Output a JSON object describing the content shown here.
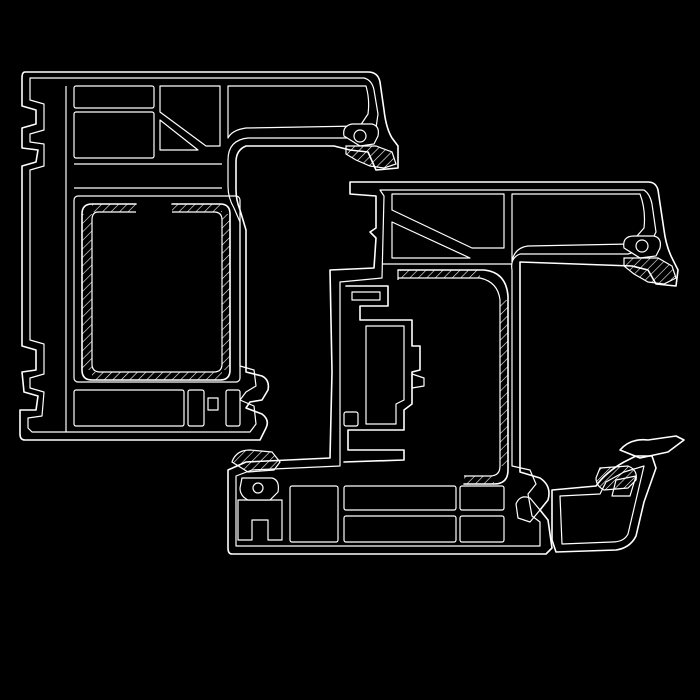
{
  "diagram": {
    "kind": "window profile cross-section",
    "background_color": "#000000",
    "line_color": "#ffffff",
    "parts": [
      "frame-profile",
      "frame-steel-reinforcement",
      "sash-profile",
      "sash-steel-reinforcement",
      "glazing-bead",
      "gasket-top-left",
      "gasket-top-right",
      "gasket-bottom-left",
      "gasket-bottom-right"
    ]
  }
}
